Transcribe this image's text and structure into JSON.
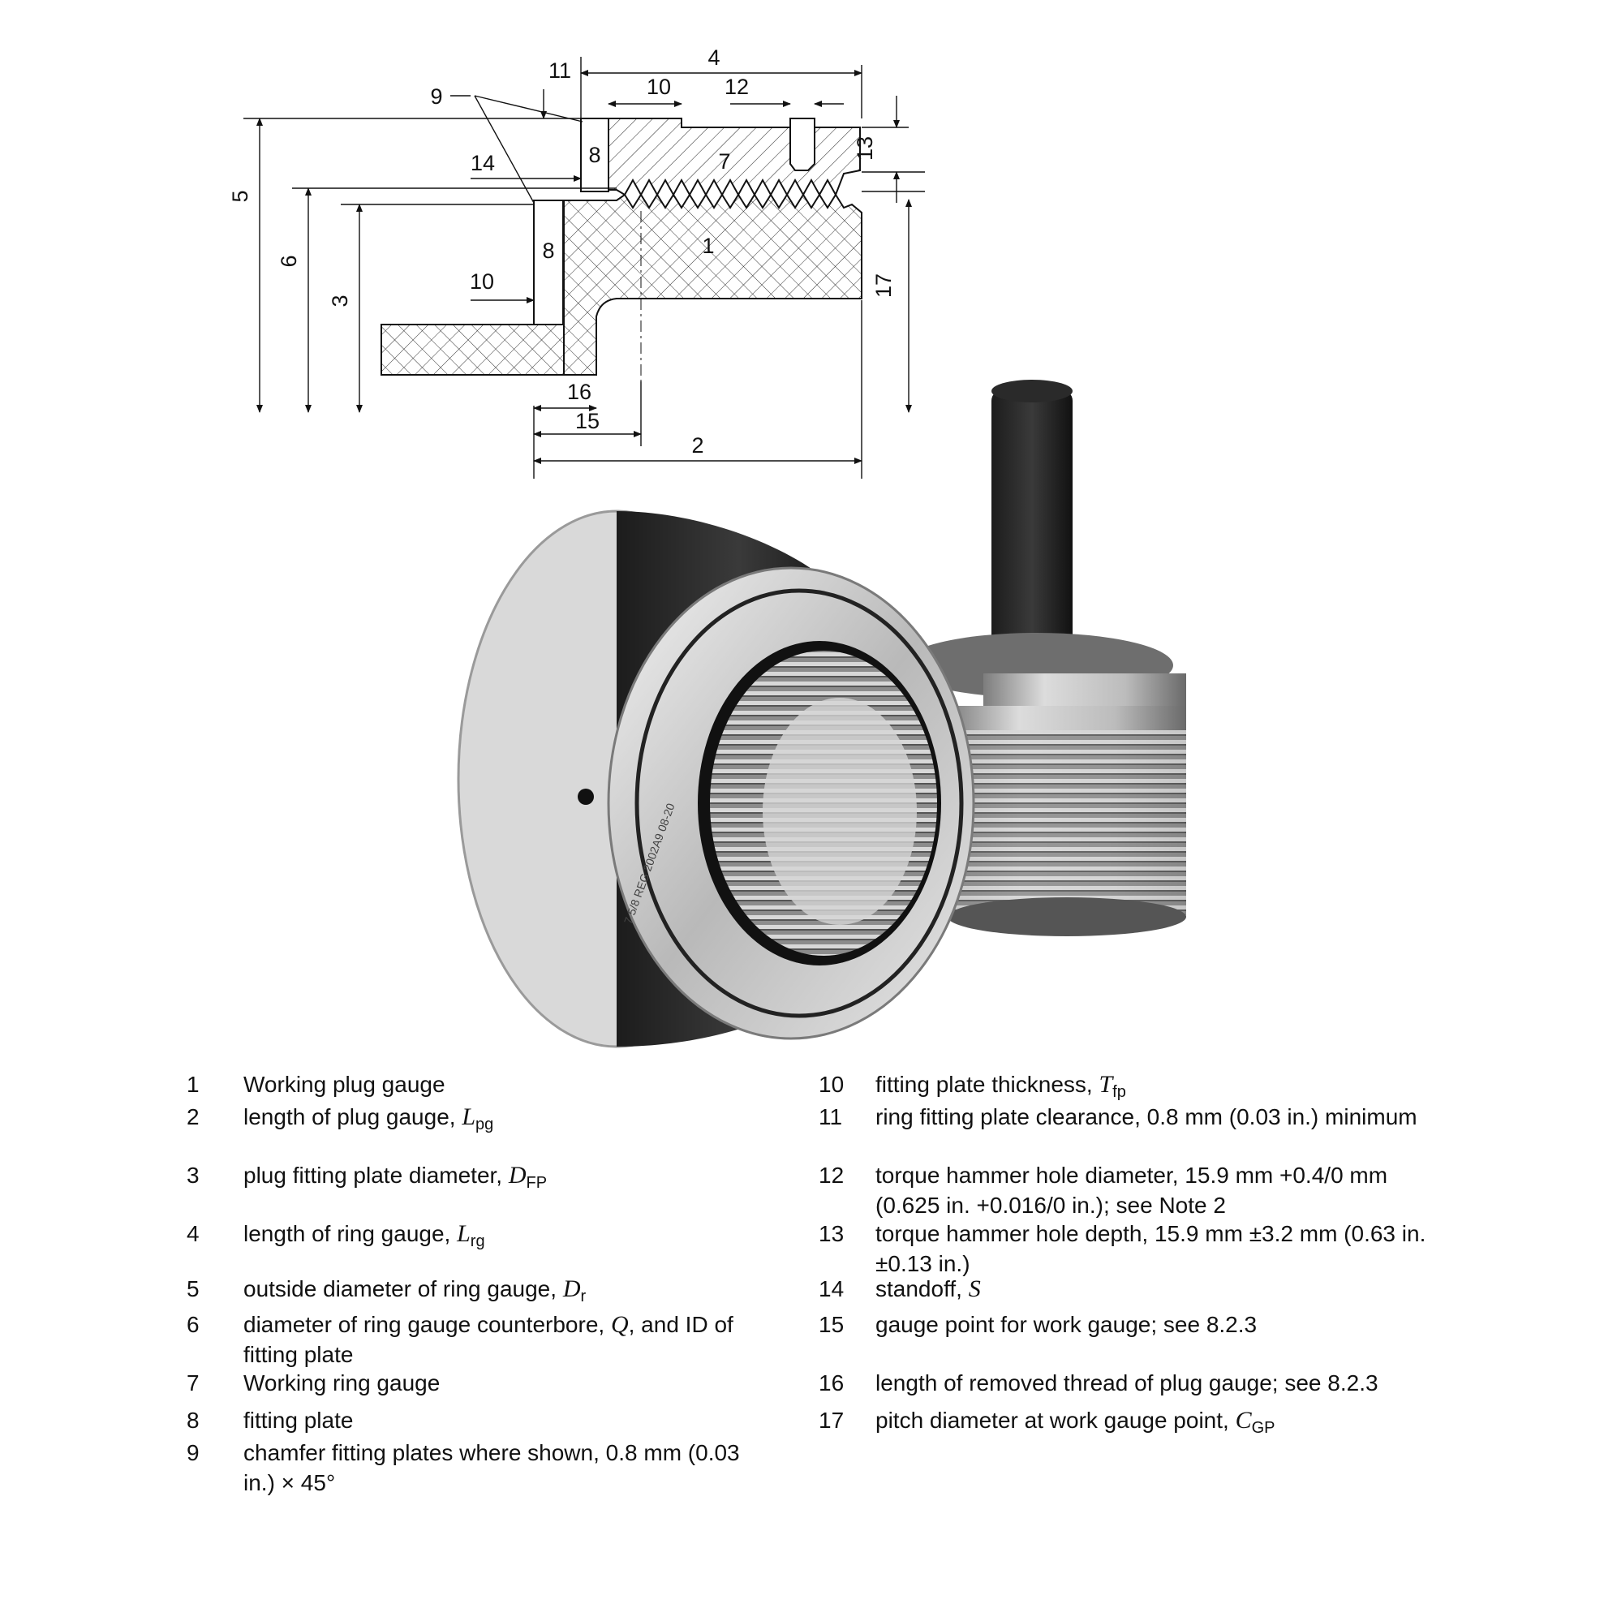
{
  "callouts": [
    "1",
    "2",
    "3",
    "4",
    "5",
    "6",
    "7",
    "8",
    "9",
    "10",
    "11",
    "12",
    "13",
    "14",
    "15",
    "16",
    "17"
  ],
  "photo": {
    "ring_engraving": "7 5/8 REG 2002A9 08-20"
  },
  "legend": [
    {
      "num": "1",
      "text": "Working plug gauge"
    },
    {
      "num": "2",
      "text": "length of plug gauge, ",
      "sym": "L",
      "sub": "pg"
    },
    {
      "num": "3",
      "text": "plug fitting plate diameter, ",
      "sym": "D",
      "sub": "FP"
    },
    {
      "num": "4",
      "text": "length of ring gauge, ",
      "sym": "L",
      "sub": "rg"
    },
    {
      "num": "5",
      "text": "outside diameter of ring gauge, ",
      "sym": "D",
      "sub": "r"
    },
    {
      "num": "6",
      "text": "diameter of ring gauge counterbore, ",
      "sym": "Q",
      "after": ", and ID of fitting plate"
    },
    {
      "num": "7",
      "text": "Working ring gauge"
    },
    {
      "num": "8",
      "text": "fitting plate"
    },
    {
      "num": "9",
      "text": "chamfer fitting plates where shown, 0.8 mm (0.03 in.) × 45°"
    },
    {
      "num": "10",
      "text": "fitting plate thickness, ",
      "sym": "T",
      "sub": "fp"
    },
    {
      "num": "11",
      "text": "ring fitting plate clearance, 0.8 mm (0.03 in.) minimum"
    },
    {
      "num": "12",
      "text": "torque hammer hole diameter, 15.9 mm +0.4/0 mm (0.625 in. +0.016/0 in.); see Note 2"
    },
    {
      "num": "13",
      "text": "torque hammer hole depth, 15.9 mm ±3.2 mm (0.63 in. ±0.13 in.)"
    },
    {
      "num": "14",
      "text": "standoff, ",
      "sym": "S"
    },
    {
      "num": "15",
      "text": "gauge point for work gauge; see 8.2.3"
    },
    {
      "num": "16",
      "text": "length of removed thread of plug gauge; see 8.2.3"
    },
    {
      "num": "17",
      "text": "pitch diameter at work gauge point, ",
      "sym": "C",
      "sub": "GP"
    }
  ]
}
